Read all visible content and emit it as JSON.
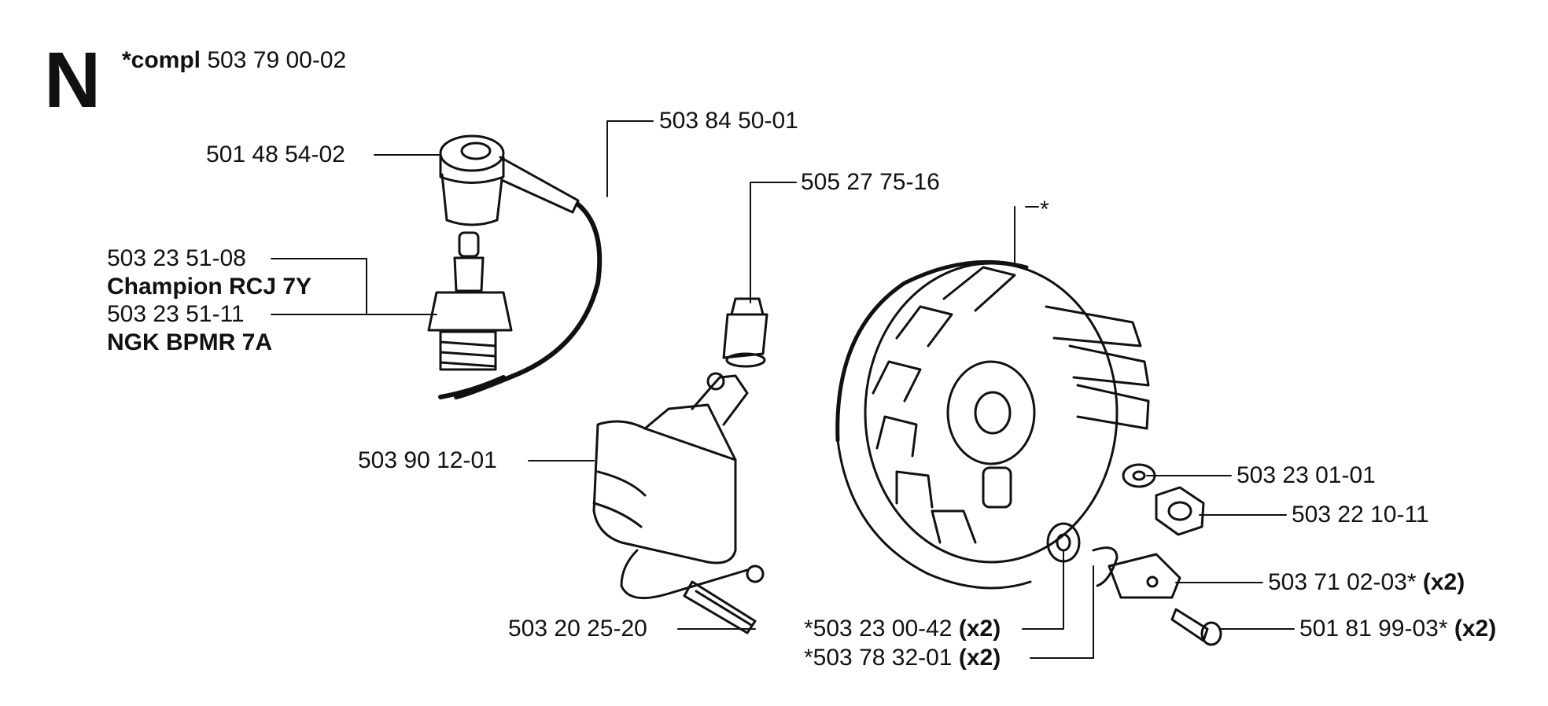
{
  "section_letter": "N",
  "header": {
    "compl_prefix": "*compl",
    "compl_number": "503 79 00-02"
  },
  "callouts": {
    "spark_cap": "501 48 54-02",
    "ignition_lead": "503 84 50-01",
    "lead_terminal": "505 27 75-16",
    "plug_1_number": "503 23 51-08",
    "plug_1_name": "Champion RCJ 7Y",
    "plug_2_number": "503 23 51-11",
    "plug_2_name": "NGK BPMR 7A",
    "flywheel_star": "*",
    "ignition_module": "503 90 12-01",
    "module_screw": "503 20 25-20",
    "washer": "503 23 01-01",
    "nut": "503 22 10-11",
    "pawl_number": "503 71 02-03*",
    "pawl_qty": "(x2)",
    "pawl_screw_number": "501 81 99-03*",
    "pawl_screw_qty": "(x2)",
    "pawl_washer_number": "*503 23 00-42",
    "pawl_washer_qty": "(x2)",
    "pawl_spring_number": "*503 78 32-01",
    "pawl_spring_qty": "(x2)"
  }
}
